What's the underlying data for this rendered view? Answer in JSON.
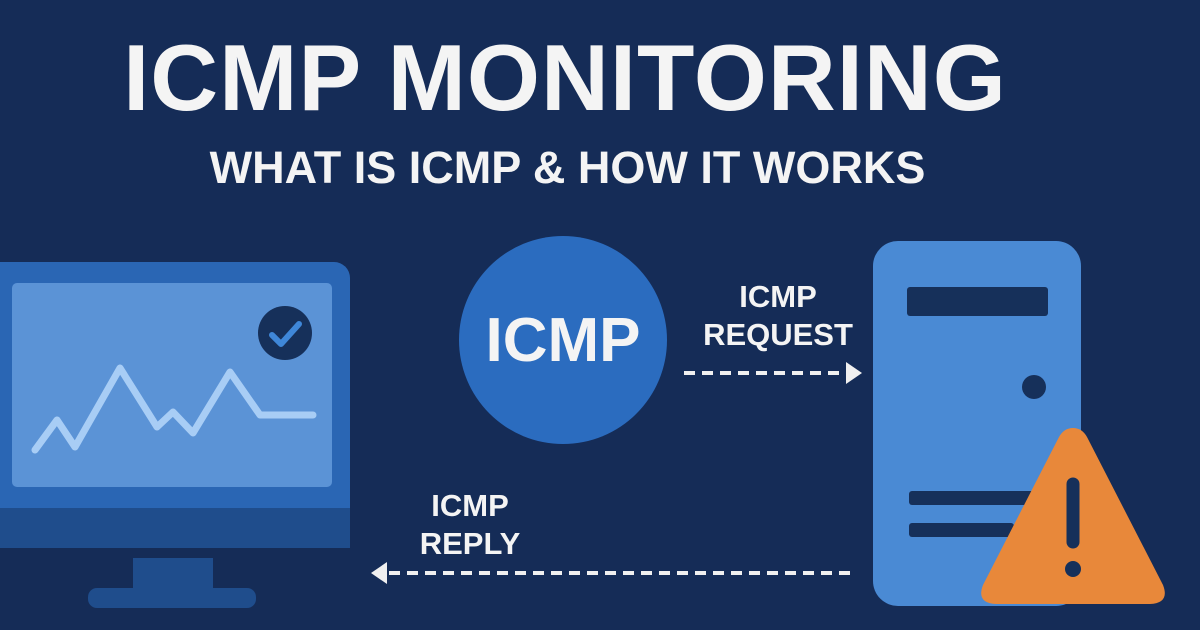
{
  "title": "ICMP MONITORING",
  "subtitle": "WHAT IS ICMP & HOW IT WORKS",
  "bubble_label": "ICMP",
  "request": {
    "line1": "ICMP",
    "line2": "REQUEST"
  },
  "reply": {
    "line1": "ICMP",
    "line2": "REPLY"
  },
  "icons": [
    "monitor-icon",
    "checkmark-icon",
    "server-icon",
    "warning-icon"
  ],
  "colors": {
    "background": "#152c57",
    "accent": "#2b6cbf",
    "server": "#4a8ad4",
    "warning": "#e8883a",
    "text": "#f4f4f4"
  }
}
